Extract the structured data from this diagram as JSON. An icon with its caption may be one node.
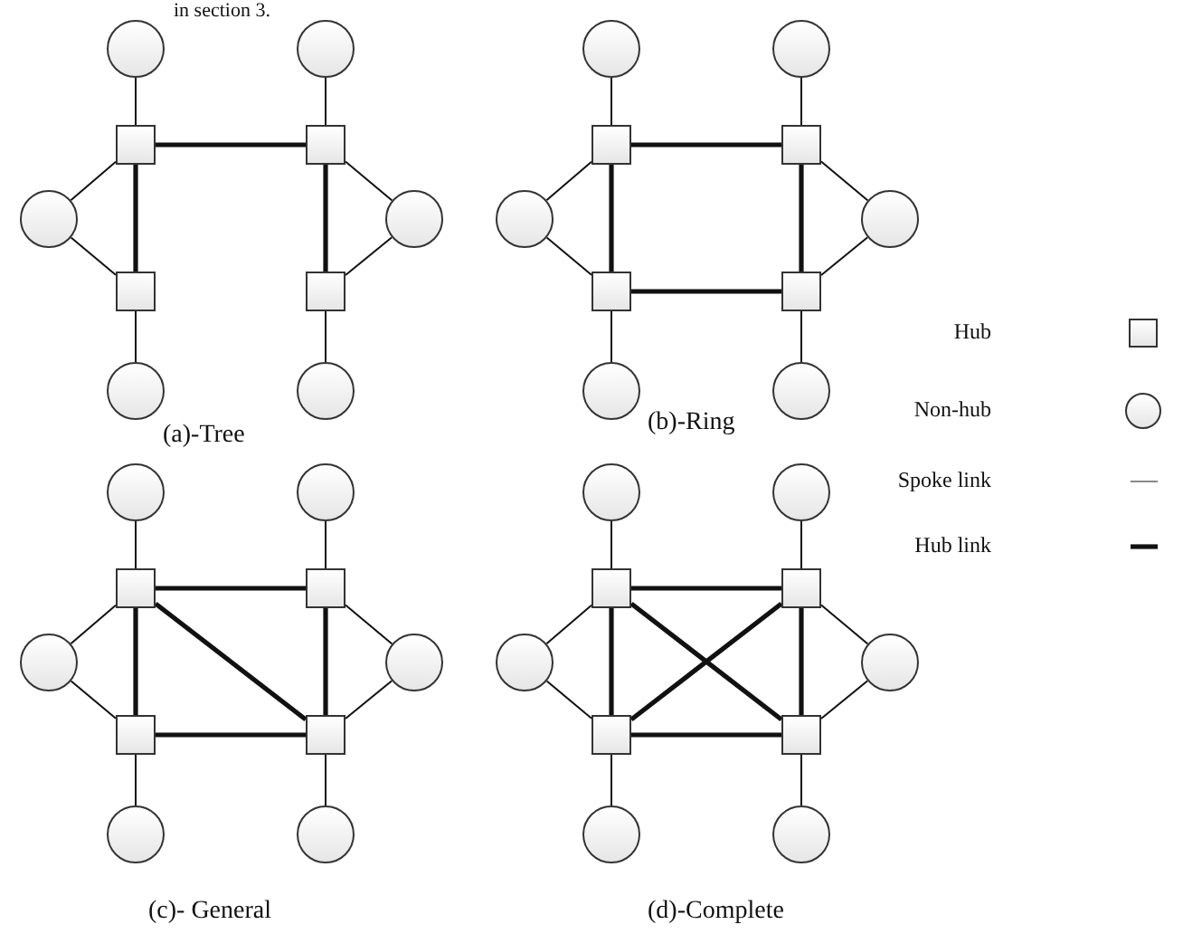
{
  "diagram": {
    "nodes": [
      {
        "text": [],
        "shape": "circle"
      },
      {
        "text": [],
        "shape": "circle"
      },
      {
        "text": [],
        "shape": "box"
      },
      {
        "text": [],
        "shape": "box"
      },
      {
        "text": [],
        "shape": "circle"
      },
      {
        "text": [],
        "shape": "circle"
      },
      {
        "text": [],
        "shape": "box"
      },
      {
        "text": [],
        "shape": "box"
      },
      {
        "text": [],
        "shape": "circle"
      },
      {
        "text": [],
        "shape": "circle"
      },
      {
        "text": [],
        "shape": "circle"
      },
      {
        "text": [],
        "shape": "circle"
      },
      {
        "text": [],
        "shape": "box"
      },
      {
        "text": [],
        "shape": "box"
      },
      {
        "text": [],
        "shape": "circle"
      },
      {
        "text": [],
        "shape": "circle"
      },
      {
        "text": [],
        "shape": "box"
      },
      {
        "text": [],
        "shape": "box"
      },
      {
        "text": [],
        "shape": "circle"
      },
      {
        "text": [],
        "shape": "circle"
      },
      {
        "text": [],
        "shape": "circle"
      },
      {
        "text": [],
        "shape": "circle"
      },
      {
        "text": [],
        "shape": "box"
      },
      {
        "text": [],
        "shape": "box"
      },
      {
        "text": [],
        "shape": "circle"
      },
      {
        "text": [],
        "shape": "circle"
      },
      {
        "text": [],
        "shape": "box"
      },
      {
        "text": [],
        "shape": "box"
      },
      {
        "text": [],
        "shape": "circle"
      },
      {
        "text": [],
        "shape": "circle"
      },
      {
        "text": [],
        "shape": "circle"
      },
      {
        "text": [],
        "shape": "circle"
      },
      {
        "text": [],
        "shape": "box"
      },
      {
        "text": [],
        "shape": "box"
      },
      {
        "text": [],
        "shape": "circle"
      },
      {
        "text": [],
        "shape": "circle"
      },
      {
        "text": [],
        "shape": "box"
      },
      {
        "text": [],
        "shape": "box"
      },
      {
        "text": [],
        "shape": "circle"
      },
      {
        "text": [],
        "shape": "circle"
      }
    ],
    "edges": [
      {
        "from": 2,
        "to": 0,
        "arrow": "none"
      },
      {
        "from": 3,
        "to": 1,
        "arrow": "none"
      },
      {
        "from": 2,
        "to": 4,
        "arrow": "none"
      },
      {
        "from": 6,
        "to": 4,
        "arrow": "none"
      },
      {
        "from": 3,
        "to": 5,
        "arrow": "none"
      },
      {
        "from": 7,
        "to": 5,
        "arrow": "none"
      },
      {
        "from": 6,
        "to": 8,
        "arrow": "none"
      },
      {
        "from": 7,
        "to": 9,
        "arrow": "none"
      },
      {
        "from": 2,
        "to": 3,
        "arrow": "none",
        "style": "thick"
      },
      {
        "from": 2,
        "to": 6,
        "arrow": "none",
        "style": "thick"
      },
      {
        "from": 3,
        "to": 7,
        "arrow": "none",
        "style": "thick"
      },
      {
        "from": 12,
        "to": 10,
        "arrow": "none"
      },
      {
        "from": 13,
        "to": 11,
        "arrow": "none"
      },
      {
        "from": 12,
        "to": 14,
        "arrow": "none"
      },
      {
        "from": 16,
        "to": 14,
        "arrow": "none"
      },
      {
        "from": 13,
        "to": 15,
        "arrow": "none"
      },
      {
        "from": 17,
        "to": 15,
        "arrow": "none"
      },
      {
        "from": 16,
        "to": 18,
        "arrow": "none"
      },
      {
        "from": 17,
        "to": 19,
        "arrow": "none"
      },
      {
        "from": 12,
        "to": 13,
        "arrow": "none",
        "style": "thick"
      },
      {
        "from": 12,
        "to": 16,
        "arrow": "none",
        "style": "thick"
      },
      {
        "from": 13,
        "to": 17,
        "arrow": "none",
        "style": "thick"
      },
      {
        "from": 16,
        "to": 17,
        "arrow": "none",
        "style": "thick"
      },
      {
        "from": 22,
        "to": 20,
        "arrow": "none"
      },
      {
        "from": 23,
        "to": 21,
        "arrow": "none"
      },
      {
        "from": 22,
        "to": 24,
        "arrow": "none"
      },
      {
        "from": 26,
        "to": 24,
        "arrow": "none"
      },
      {
        "from": 23,
        "to": 25,
        "arrow": "none"
      },
      {
        "from": 27,
        "to": 25,
        "arrow": "none"
      },
      {
        "from": 26,
        "to": 28,
        "arrow": "none"
      },
      {
        "from": 27,
        "to": 29,
        "arrow": "none"
      },
      {
        "from": 22,
        "to": 23,
        "arrow": "none",
        "style": "thick"
      },
      {
        "from": 22,
        "to": 26,
        "arrow": "none",
        "style": "thick"
      },
      {
        "from": 23,
        "to": 27,
        "arrow": "none",
        "style": "thick"
      },
      {
        "from": 26,
        "to": 27,
        "arrow": "none",
        "style": "thick"
      },
      {
        "from": 22,
        "to": 27,
        "arrow": "none",
        "style": "thick"
      },
      {
        "from": 32,
        "to": 30,
        "arrow": "none"
      },
      {
        "from": 33,
        "to": 31,
        "arrow": "none"
      },
      {
        "from": 32,
        "to": 34,
        "arrow": "none"
      },
      {
        "from": 36,
        "to": 34,
        "arrow": "none"
      },
      {
        "from": 33,
        "to": 35,
        "arrow": "none"
      },
      {
        "from": 37,
        "to": 35,
        "arrow": "none"
      },
      {
        "from": 36,
        "to": 38,
        "arrow": "none"
      },
      {
        "from": 37,
        "to": 39,
        "arrow": "none"
      },
      {
        "from": 32,
        "to": 33,
        "arrow": "none",
        "style": "thick"
      },
      {
        "from": 32,
        "to": 36,
        "arrow": "none",
        "style": "thick"
      },
      {
        "from": 33,
        "to": 37,
        "arrow": "none",
        "style": "thick"
      },
      {
        "from": 36,
        "to": 37,
        "arrow": "none",
        "style": "thick"
      },
      {
        "from": 32,
        "to": 37,
        "arrow": "none",
        "style": "thick"
      },
      {
        "from": 33,
        "to": 36,
        "arrow": "none",
        "style": "thick"
      }
    ],
    "labels": [
      "in section 3.",
      "(a)-Tree",
      "(b)-Ring",
      "(c)- General",
      "(d)-Complete"
    ],
    "legend": [
      {
        "text": "Hub"
      },
      {
        "text": "Non-hub"
      },
      {
        "text": "Spoke link"
      },
      {
        "text": "Hub link"
      }
    ]
  }
}
